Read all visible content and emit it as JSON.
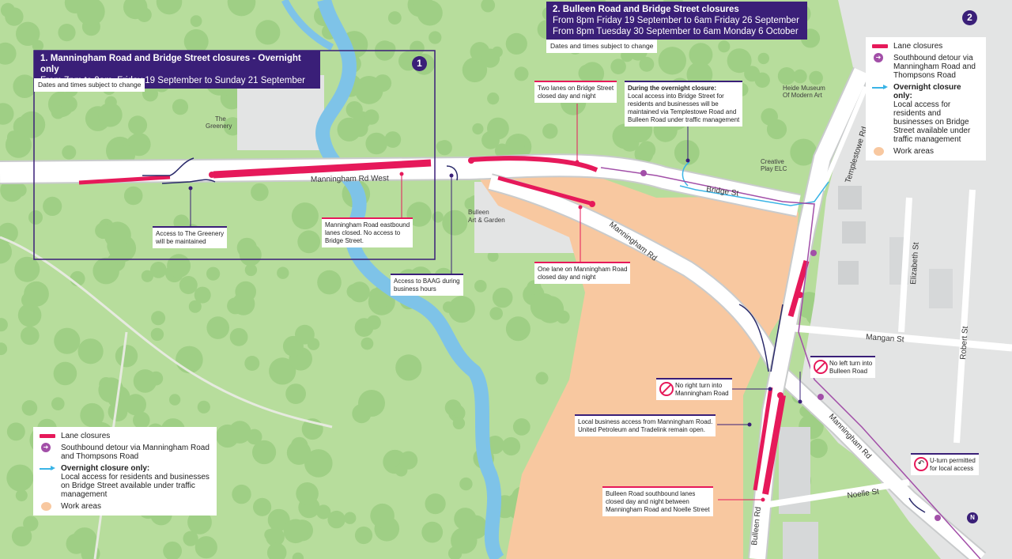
{
  "colors": {
    "park": "#b7dd9c",
    "tree": "#9fcf85",
    "river": "#7ec3e8",
    "road": "#ffffff",
    "road_edge": "#c9cbcc",
    "urban": "#e3e4e4",
    "work_area": "#f8c8a0",
    "lane_closure": "#e6195a",
    "detour": "#a24fa8",
    "local_access": "#3ab4e6",
    "banner": "#3a1f78"
  },
  "banner1": {
    "title": "1. Manningham Road and Bridge Street closures - Overnight only",
    "line1": "From 7pm to 9am, Friday 19 September to Sunday 21 September",
    "note": "Dates and times subject to change",
    "badge": "1"
  },
  "banner2": {
    "title": "2. Bulleen Road and Bridge Street closures",
    "line1": "From 8pm Friday 19 September to 6am Friday 26 September",
    "line2": "From 8pm Tuesday 30 September to 6am Monday 6 October",
    "note": "Dates and times subject to change",
    "badge": "2"
  },
  "roads": {
    "manningham_west": "Manningham Rd West",
    "bridge_st": "Bridge St",
    "manningham_rd": "Manningham Rd",
    "manningham_rd_se": "Manningham Rd",
    "templestowe": "Templestowe Rd",
    "elizabeth": "Elizabeth St",
    "mangan": "Mangan St",
    "robert": "Robert St",
    "noelle": "Noelle St",
    "bulleen": "Bulleen Rd"
  },
  "places": {
    "greenery_1": "The",
    "greenery_2": "Greenery",
    "baag_1": "Bulleen",
    "baag_2": "Art & Garden",
    "heide_1": "Heide Museum",
    "heide_2": "Of Modern Art",
    "creative_1": "Creative",
    "creative_2": "Play ELC"
  },
  "callouts": {
    "greenery_access": [
      "Access to The Greenery",
      "will be maintained"
    ],
    "eastbound": [
      "Manningham Road eastbound",
      "lanes closed. No access to",
      "Bridge Street."
    ],
    "baag": [
      "Access to BAAG during",
      "business hours"
    ],
    "two_lanes": [
      "Two lanes on Bridge Street",
      "closed day and night"
    ],
    "overnight_title": "During the overnight closure:",
    "overnight": [
      "Local access into Bridge Street for",
      "residents and businesses will be",
      "maintained via Templestowe Road and",
      "Bulleen Road under traffic management"
    ],
    "one_lane": [
      "One lane on Manningham Road",
      "closed day and night"
    ],
    "no_right": [
      "No right turn into",
      "Manningham Road"
    ],
    "no_left": [
      "No left turn into",
      "Bulleen Road"
    ],
    "business": [
      "Local business access from Manningham Road.",
      "United Petroleum and Tradelink remain open."
    ],
    "bulleen_sb": [
      "Bulleen Road southbound lanes",
      "closed day and night between",
      "Manningham Road and Noelle Street"
    ],
    "uturn": [
      "U-turn permitted",
      "for local access"
    ]
  },
  "legend_right": {
    "lane": "Lane closures",
    "detour": "Southbound detour via Manningham Road and Thompsons Road",
    "local_title": "Overnight closure only:",
    "local": "Local access for residents and businesses on Bridge Street available under traffic management",
    "work": "Work areas"
  },
  "legend_left": {
    "lane": "Lane closures",
    "detour": "Southbound detour via Manningham Road and Thompsons Road",
    "local_title": "Overnight closure only:",
    "local": "Local access for residents and businesses on Bridge Street available under traffic management",
    "work": "Work areas"
  },
  "north": "N"
}
